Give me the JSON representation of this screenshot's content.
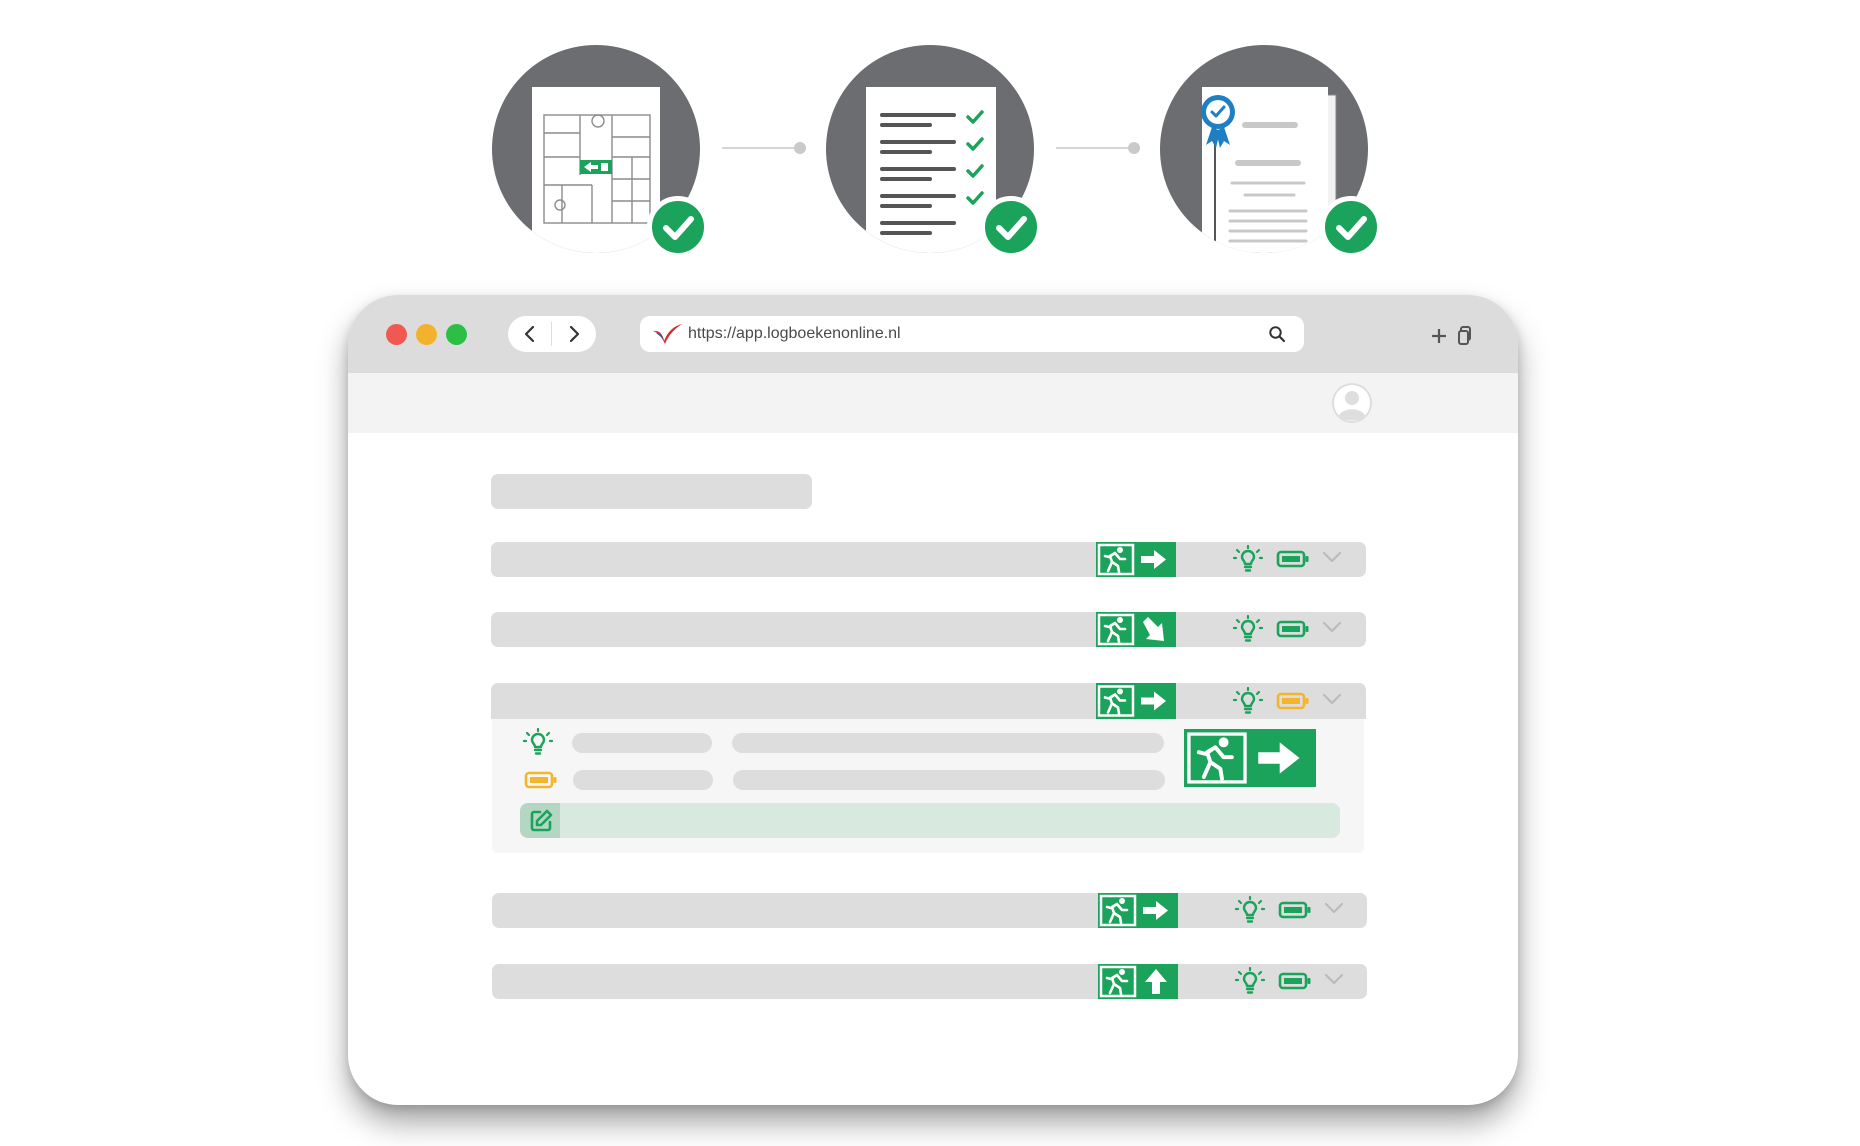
{
  "steps": [
    {
      "icon": "floor-plan-icon",
      "status": "complete"
    },
    {
      "icon": "checklist-document-icon",
      "status": "complete"
    },
    {
      "icon": "certificate-document-icon",
      "status": "complete"
    }
  ],
  "browser": {
    "url": "https://app.logboekenonline.nl",
    "traffic_lights": {
      "close": "#ee5a52",
      "minimize": "#f3b22e",
      "maximize": "#2dbf45"
    }
  },
  "colors": {
    "accent_green": "#1ba35b",
    "warning_yellow": "#f2b52c",
    "placeholder_gray": "#dddddd",
    "step_gray": "#6c6d70"
  },
  "rows": [
    {
      "exit_direction": "right",
      "lamp_status": "ok",
      "battery_status": "ok",
      "expanded": false
    },
    {
      "exit_direction": "down-right",
      "lamp_status": "ok",
      "battery_status": "ok",
      "expanded": false
    },
    {
      "exit_direction": "right",
      "lamp_status": "ok",
      "battery_status": "warning",
      "expanded": true
    },
    {
      "exit_direction": "right",
      "lamp_status": "ok",
      "battery_status": "ok",
      "expanded": false
    },
    {
      "exit_direction": "up",
      "lamp_status": "ok",
      "battery_status": "ok",
      "expanded": false
    }
  ]
}
